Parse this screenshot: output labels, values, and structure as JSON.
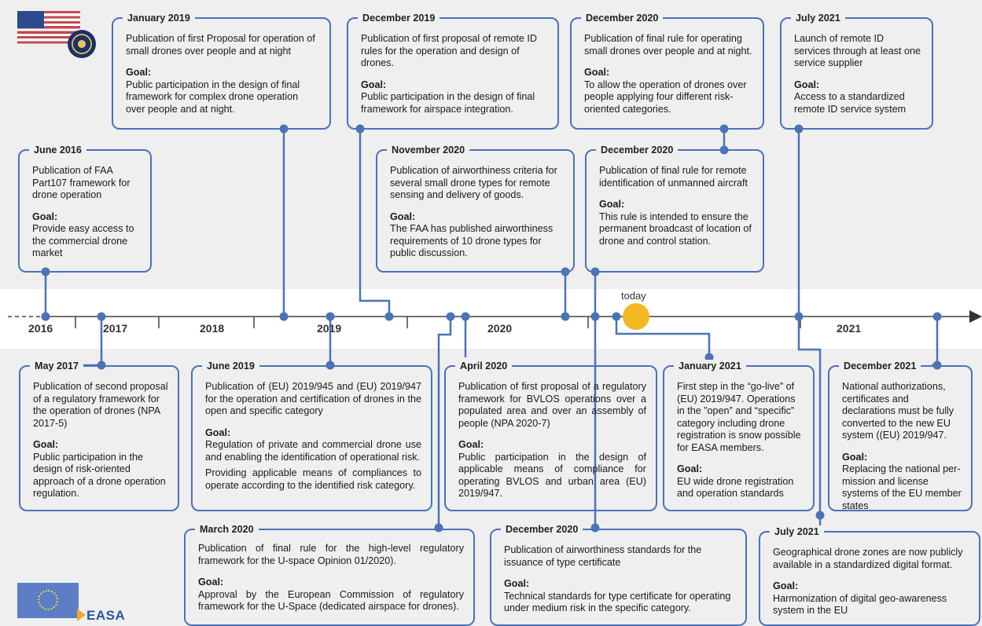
{
  "colors": {
    "box_border": "#4a73b8",
    "line": "#4a73b8",
    "today": "#f4b823",
    "band": "#efefef"
  },
  "timeline": {
    "years": [
      "2016",
      "2017",
      "2018",
      "2019",
      "2020",
      "2021"
    ],
    "today_label": "today"
  },
  "logos": {
    "us": [
      "us-flag-icon",
      "faa-seal-icon"
    ],
    "eu": [
      "eu-flag-icon",
      "easa-logo"
    ],
    "easa_text": "EASA"
  },
  "faa_events": [
    {
      "date": "June 2016",
      "desc": "Publication of FAA Part107 framework for drone operation",
      "goal_label": "Goal:",
      "goal": "Provide easy access to the commercial drone market"
    },
    {
      "date": "January 2019",
      "desc": "Publication of first Proposal for operation of small drones over people and at night",
      "goal_label": "Goal:",
      "goal": "Public participation in the design of final framework for complex drone operation over people and at night."
    },
    {
      "date": "December 2019",
      "desc": "Publication of first proposal of remote ID rules for the operation and design of drones.",
      "goal_label": "Goal:",
      "goal": "Public participation in the design of final framework for airspace integration."
    },
    {
      "date": "November 2020",
      "desc": "Publication of airworthiness criteria for several small drone types for remote sensing and delivery of goods.",
      "goal_label": "Goal:",
      "goal": "The FAA has published airworthiness requirements of 10 drone types for public discussion."
    },
    {
      "date": "December 2020",
      "desc": "Publication of final rule for operating small drones over people and at night.",
      "goal_label": "Goal:",
      "goal": "To allow the operation of drones over people applying four different risk-oriented categories."
    },
    {
      "date": "December 2020",
      "desc": "Publication of final rule for remote identification of unmanned aircraft",
      "goal_label": "Goal:",
      "goal": "This rule is intended to ensure the permanent broadcast of location of drone and control station."
    },
    {
      "date": "July 2021",
      "desc": "Launch of remote ID services through at least one service supplier",
      "goal_label": "Goal:",
      "goal": "Access to a standardized remote ID service system"
    }
  ],
  "easa_events": [
    {
      "date": "May 2017",
      "desc": "Publication of second proposal of a regulatory framework for the operation of drones (NPA 2017-5)",
      "goal_label": "Goal:",
      "goal": "Public participation in the design of risk-oriented approach of a drone operation regulation."
    },
    {
      "date": "June 2019",
      "desc": "Publication of (EU) 2019/945 and (EU) 2019/947 for the operation and certification of drones in the open and specific category",
      "goal_label": "Goal:",
      "goal": "Regulation of private and commercial drone use and enabling the identification of operational risk.",
      "goal2": "Providing applicable means of compliances to operate according to the identified risk category."
    },
    {
      "date": "April 2020",
      "desc": "Publication of first proposal of a regulatory framework for BVLOS operations over a populated area and over an assembly of people (NPA 2020-7)",
      "goal_label": "Goal:",
      "goal": "Public participation in the design of applicable means of compliance for operating BVLOS and urban area (EU) 2019/947."
    },
    {
      "date": "January 2021",
      "desc": "First step in the “go-live” of (EU) 2019/947. Operations in the ”open” and “specific” category including drone registration is snow possible for EASA members.",
      "goal_label": "Goal:",
      "goal": "EU wide drone registration and operation standards"
    },
    {
      "date": "December 2021",
      "desc": "National authorizations, certificates and declarations must be fully converted to the new EU system ((EU) 2019/947.",
      "goal_label": "Goal:",
      "goal": "Replacing the national per-mission and license systems of the EU member states"
    },
    {
      "date": "March 2020",
      "desc": "Publication of final rule for the high-level regulatory framework for the U-space Opinion 01/2020).",
      "goal_label": "Goal:",
      "goal": "Approval by the European Commission of regulatory framework for the U-Space (dedicated airspace for drones)."
    },
    {
      "date": "December 2020",
      "desc": "Publication of airworthiness standards for the issuance of type certificate",
      "goal_label": "Goal:",
      "goal": "Technical standards for type certificate for operating under medium risk in the specific category."
    },
    {
      "date": "July 2021",
      "desc": "Geographical drone zones are now publicly available in a standardized digital format.",
      "goal_label": "Goal:",
      "goal": "Harmonization of digital geo-awareness system in the EU"
    }
  ]
}
